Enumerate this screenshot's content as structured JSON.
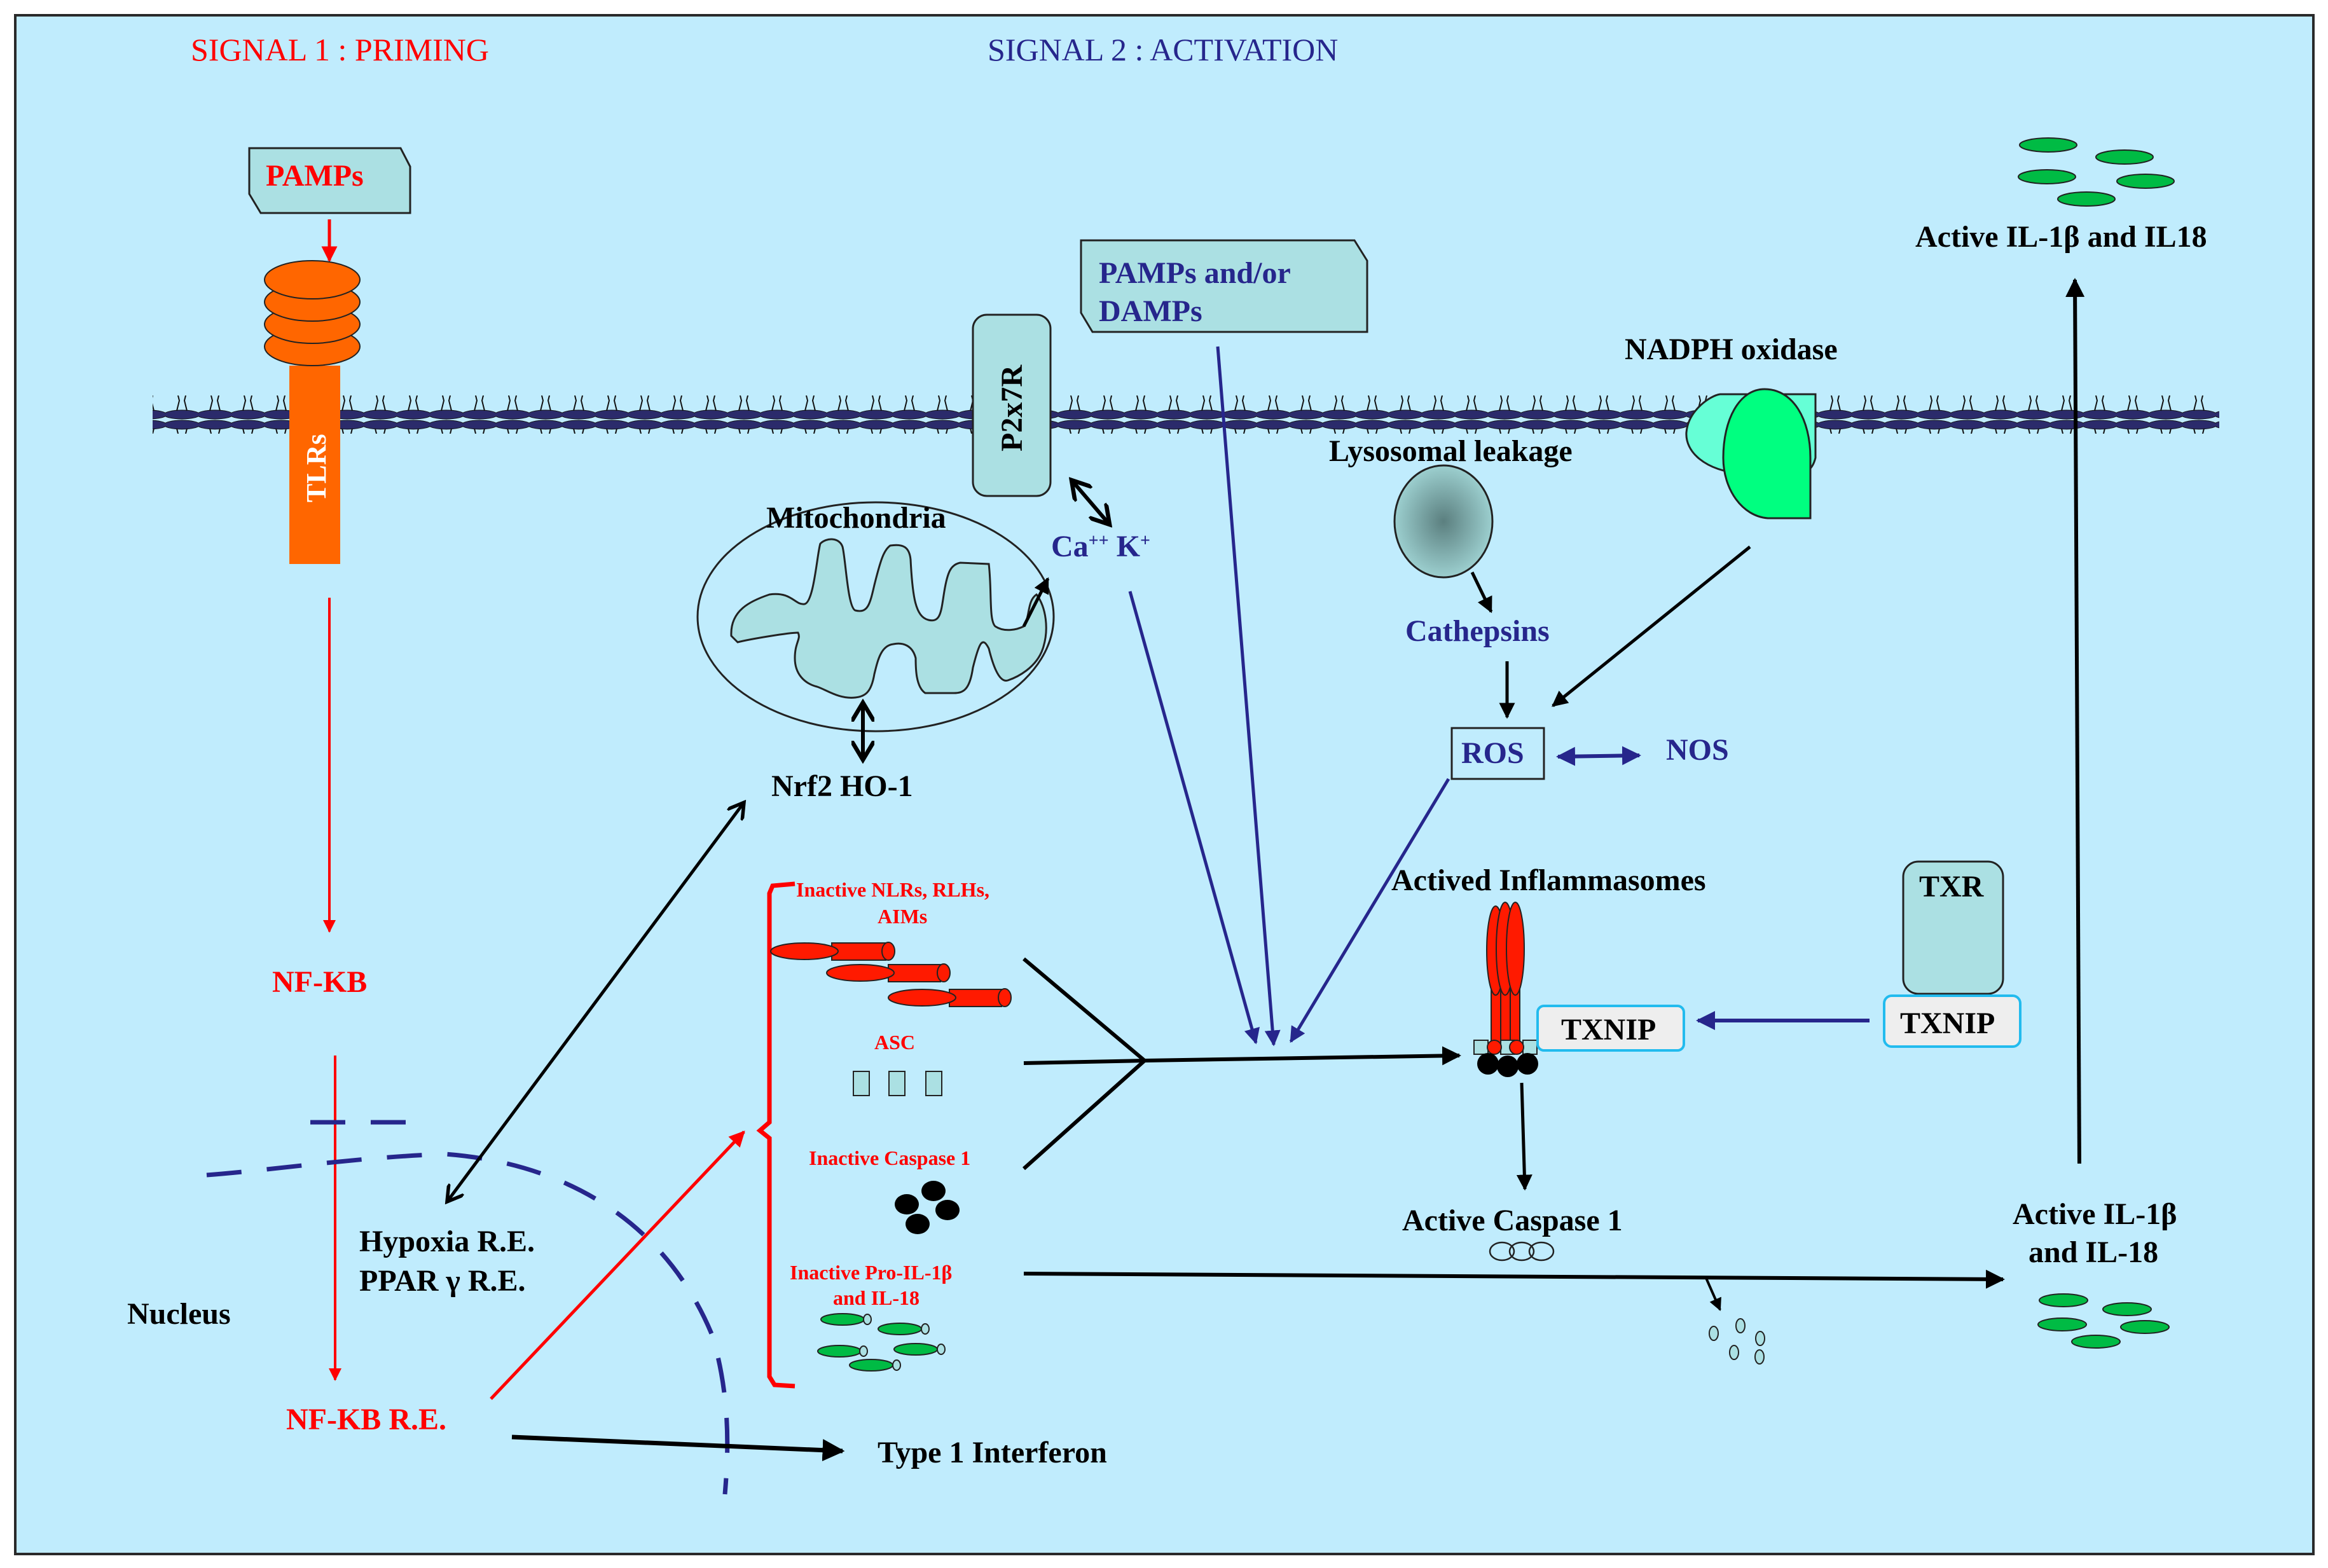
{
  "colors": {
    "background": "#c0ecfd",
    "frame": "#2a2a2a",
    "priming": "#ff0000",
    "activation": "#26268c",
    "black": "#000000",
    "membrane": "#2b2b6b",
    "box_fill": "#abe0e3",
    "tlr": "#ff6600",
    "nlr": "#ff1a00",
    "il_green": "#00bb44",
    "nadph_dark": "#00ff80",
    "nadph_light": "#66ffd6",
    "txnip_border": "#22bbee",
    "txnip_fill": "#eeeeee"
  },
  "titles": {
    "signal1": "SIGNAL 1 : PRIMING",
    "signal2": "SIGNAL 2 : ACTIVATION"
  },
  "nodes": {
    "pamps_box": "PAMPs",
    "tlrs": "TLRs",
    "nfkb": "NF-KB",
    "nfkb_re": "NF-KB R.E.",
    "nucleus": "Nucleus",
    "hypoxia_re": "Hypoxia R.E.",
    "ppar_re": "PPAR γ R.E.",
    "type1_ifn": "Type 1 Interferon",
    "mitochondria": "Mitochondria",
    "nrf2": "Nrf2 HO-1",
    "p2x7r": "P2x7R",
    "ions_ca": "Ca",
    "ions_ca_sup": "++",
    "ions_k": "K",
    "ions_k_sup": "+",
    "pamps_damps_line1": "PAMPs and/or",
    "pamps_damps_line2": "DAMPs",
    "lysosomal_leakage": "Lysosomal leakage",
    "cathepsins": "Cathepsins",
    "nadph_oxidase": "NADPH oxidase",
    "ros": "ROS",
    "nos": "NOS",
    "inactive_nlrs_line1": "Inactive NLRs, RLHs,",
    "inactive_nlrs_line2": "AIMs",
    "asc": "ASC",
    "inactive_caspase": "Inactive Caspase 1",
    "inactive_pro_il_line1": "Inactive Pro-IL-1β",
    "inactive_pro_il_line2": "and IL-18",
    "actived_inflammasomes": "Actived Inflammasomes",
    "txnip_bound": "TXNIP",
    "txr": "TXR",
    "txnip_free": "TXNIP",
    "active_caspase": "Active Caspase 1",
    "active_il_line1": "Active IL-1β",
    "active_il_line2": "and IL-18",
    "active_il_top": "Active IL-1β and IL18"
  }
}
